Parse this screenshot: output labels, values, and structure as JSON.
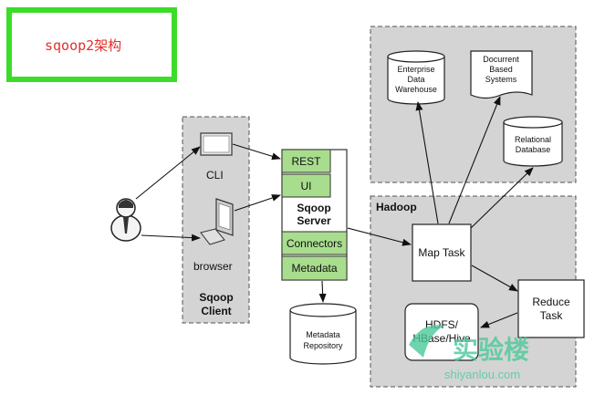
{
  "title": "sqoop2架构",
  "client": {
    "cli_label": "CLI",
    "browser_label": "browser",
    "group_label_line1": "Sqoop",
    "group_label_line2": "Client"
  },
  "server": {
    "rest_label": "REST",
    "ui_label": "UI",
    "server_label_line1": "Sqoop",
    "server_label_line2": "Server",
    "connectors_label": "Connectors",
    "metadata_label": "Metadata"
  },
  "repository": {
    "line1": "Metadata",
    "line2": "Repository"
  },
  "targets": {
    "edw_line1": "Enterprise",
    "edw_line2": "Data",
    "edw_line3": "Warehouse",
    "docs_line1": "Docurrent",
    "docs_line2": "Based",
    "docs_line3": "Systems",
    "rdb_line1": "Relational",
    "rdb_line2": "Database"
  },
  "hadoop": {
    "group_label": "Hadoop",
    "map_task_label": "Map Task",
    "reduce_line1": "Reduce",
    "reduce_line2": "Task",
    "hdfs_line1": "HDFS/",
    "hdfs_line2": "HBase/Hive"
  },
  "watermark": {
    "chinese": "实验楼",
    "url": "shiyanlou.com"
  },
  "colors": {
    "title_border": "#3cdc2a",
    "title_text": "#e0302a",
    "group_bg": "#d4d4d4",
    "green_box": "#a8dd8e",
    "watermark": "#4cc99a"
  }
}
